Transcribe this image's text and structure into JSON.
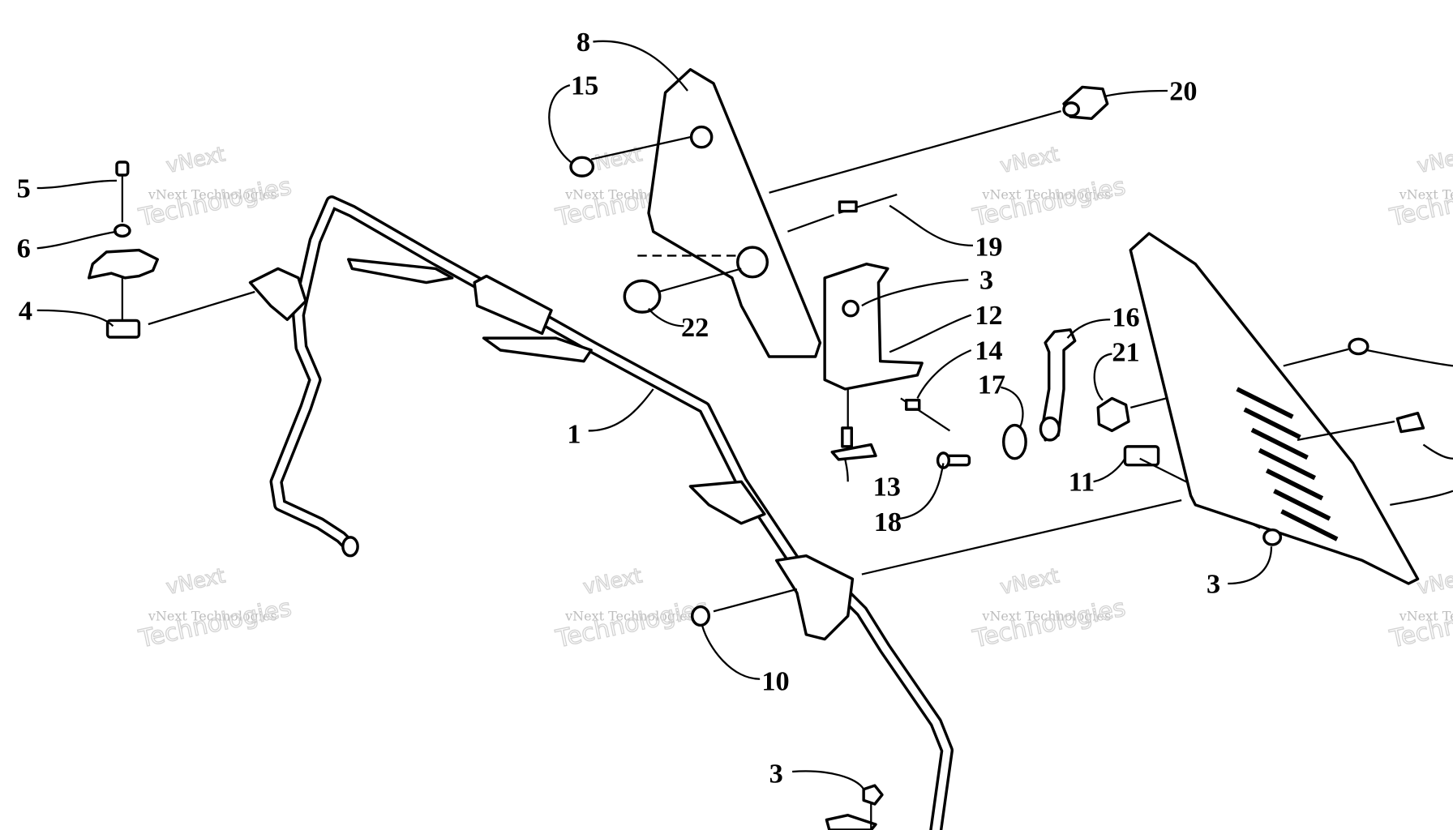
{
  "callouts": [
    {
      "id": "c-1",
      "text": "1"
    },
    {
      "id": "c-3a",
      "text": "3"
    },
    {
      "id": "c-3b",
      "text": "3"
    },
    {
      "id": "c-3c",
      "text": "3"
    },
    {
      "id": "c-4",
      "text": "4"
    },
    {
      "id": "c-5",
      "text": "5"
    },
    {
      "id": "c-6",
      "text": "6"
    },
    {
      "id": "c-8",
      "text": "8"
    },
    {
      "id": "c-10",
      "text": "10"
    },
    {
      "id": "c-11",
      "text": "11"
    },
    {
      "id": "c-12",
      "text": "12"
    },
    {
      "id": "c-13",
      "text": "13"
    },
    {
      "id": "c-14",
      "text": "14"
    },
    {
      "id": "c-15",
      "text": "15"
    },
    {
      "id": "c-16",
      "text": "16"
    },
    {
      "id": "c-17",
      "text": "17"
    },
    {
      "id": "c-18",
      "text": "18"
    },
    {
      "id": "c-19",
      "text": "19"
    },
    {
      "id": "c-20",
      "text": "20"
    },
    {
      "id": "c-21",
      "text": "21"
    },
    {
      "id": "c-22",
      "text": "22"
    }
  ],
  "watermark": {
    "brand": "vNext",
    "line": "vNext Technologies",
    "word": "Technologies"
  }
}
